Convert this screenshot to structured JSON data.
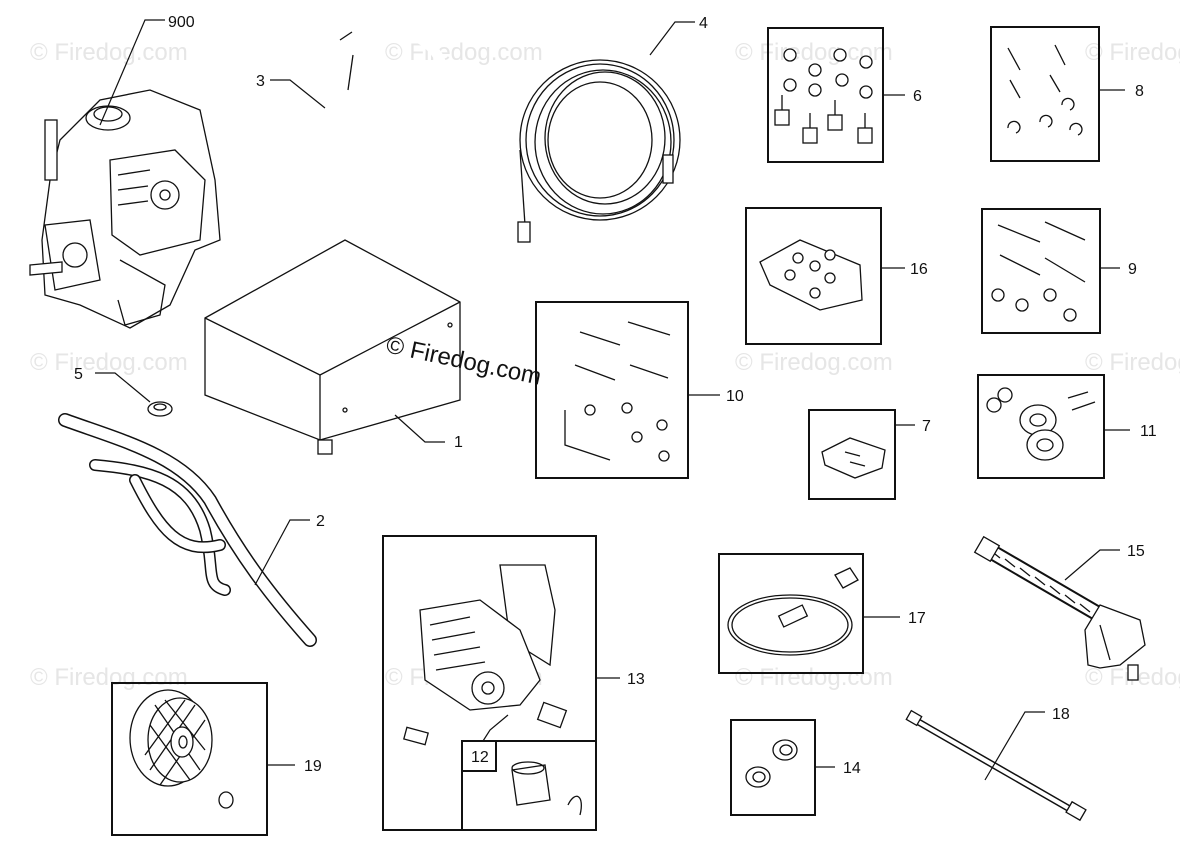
{
  "watermark": {
    "main": "© Firedog.com",
    "faint": "© Firedog.com"
  },
  "callouts": {
    "p900": "900",
    "p1": "1",
    "p2": "2",
    "p3": "3",
    "p4": "4",
    "p5": "5",
    "p6": "6",
    "p7": "7",
    "p8": "8",
    "p9": "9",
    "p10": "10",
    "p11": "11",
    "p12": "12",
    "p13": "13",
    "p14": "14",
    "p15": "15",
    "p16": "16",
    "p17": "17",
    "p18": "18",
    "p19": "19"
  }
}
